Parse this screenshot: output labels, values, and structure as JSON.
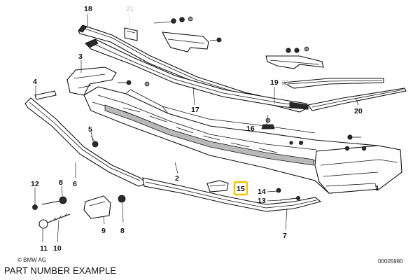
{
  "caption": "PART NUMBER EXAMPLE",
  "footer": {
    "brand": "© BMW AG",
    "drawing_number": "00005980"
  },
  "highlight_color": "#f2c200",
  "callouts": {
    "p1": "1",
    "p2": "2",
    "p3": "3",
    "p4": "4",
    "p5": "5",
    "p6": "6",
    "p7": "7",
    "p8a": "8",
    "p8b": "8",
    "p9": "9",
    "p10": "10",
    "p11": "11",
    "p12": "12",
    "p13": "13",
    "p14": "14",
    "p15": "15",
    "p16": "16",
    "p17": "17",
    "p18": "18",
    "p19": "19",
    "p20": "20",
    "p21a": "21",
    "p21b": "21"
  }
}
